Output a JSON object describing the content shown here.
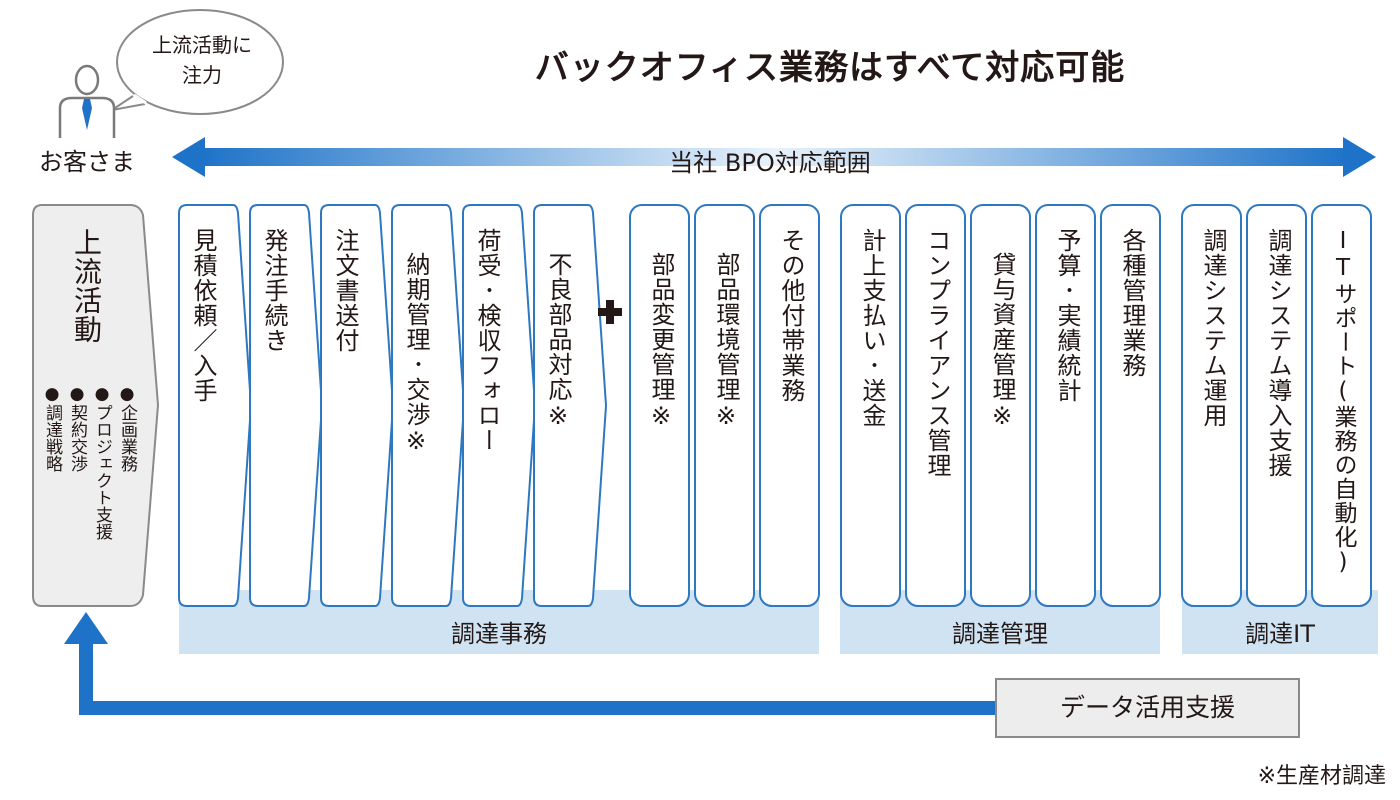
{
  "title": "バックオフィス業務はすべて対応可能",
  "customer": {
    "speech": [
      "上流活動に",
      "注力"
    ],
    "label": "お客さま",
    "icon": "person-with-tie-icon"
  },
  "scope_label": "当社 BPO対応範囲",
  "upstream": {
    "title": "上流活動",
    "items": [
      "企画業務",
      "プロジェクト支援",
      "契約交渉",
      "調達戦略"
    ]
  },
  "groups": [
    {
      "label": "調達事務"
    },
    {
      "label": "調達管理"
    },
    {
      "label": "調達IT"
    }
  ],
  "process_steps": [
    "見積依頼／入手",
    "発注手続き",
    "注文書送付",
    "納期管理･交渉※",
    "荷受･検収フォロー",
    "不良部品対応※"
  ],
  "plus_symbol": "+",
  "procurement_office_extra": [
    "部品変更管理※",
    "部品環境管理※",
    "その他付帯業務"
  ],
  "procurement_management": [
    "計上支払い･送金",
    "コンプライアンス管理",
    "貸与資産管理※",
    "予算･実績統計",
    "各種管理業務"
  ],
  "procurement_it": [
    "調達システム運用",
    "調達システム導入支援",
    "ITサポート(業務の自動化)"
  ],
  "data_support": "データ活用支援",
  "footnote": "※生産材調達",
  "colors": {
    "accent_blue": "#1e73c8",
    "group_bar": "#cfe3f2",
    "card_border": "#2e78c2",
    "upstream_fill": "#eeeeee",
    "upstream_border": "#8a8a8a"
  }
}
